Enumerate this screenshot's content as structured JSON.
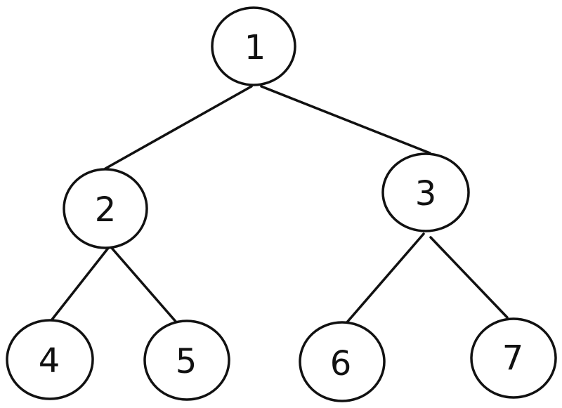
{
  "nodes": [
    {
      "id": "n1",
      "label": "1"
    },
    {
      "id": "n2",
      "label": "2"
    },
    {
      "id": "n3",
      "label": "3"
    },
    {
      "id": "n4",
      "label": "4"
    },
    {
      "id": "n5",
      "label": "5"
    },
    {
      "id": "n6",
      "label": "6"
    },
    {
      "id": "n7",
      "label": "7"
    }
  ],
  "edges": [
    {
      "from": "n1",
      "to": "n2"
    },
    {
      "from": "n1",
      "to": "n3"
    },
    {
      "from": "n2",
      "to": "n4"
    },
    {
      "from": "n2",
      "to": "n5"
    },
    {
      "from": "n3",
      "to": "n6"
    },
    {
      "from": "n3",
      "to": "n7"
    }
  ],
  "colors": {
    "stroke": "#111111",
    "background": "#ffffff"
  }
}
